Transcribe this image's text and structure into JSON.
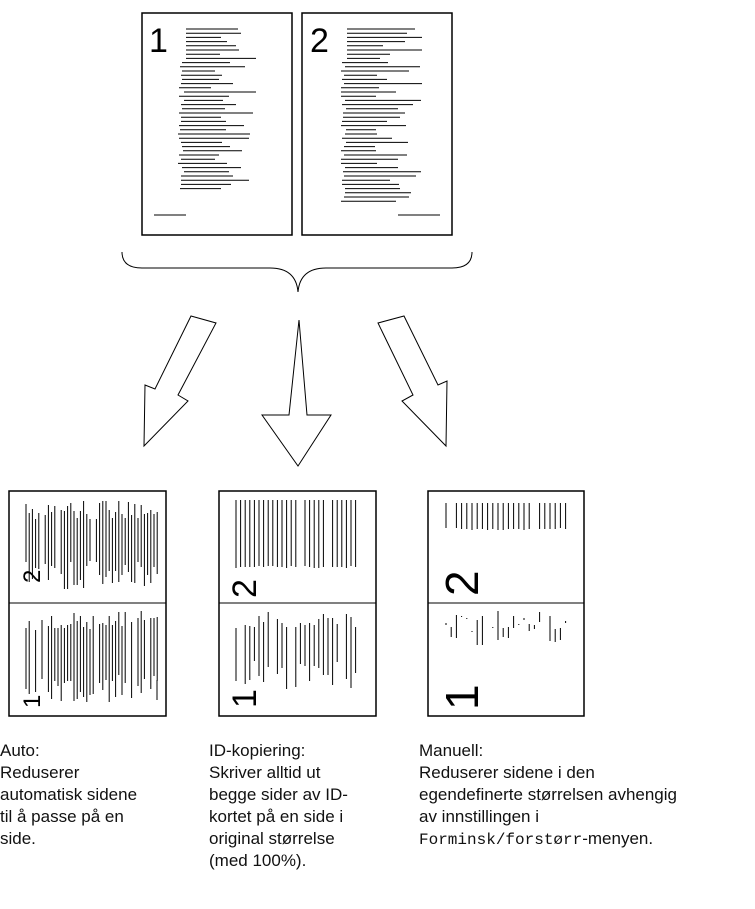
{
  "originals": {
    "page1_number": "1",
    "page2_number": "2"
  },
  "results": {
    "auto": {
      "top_number": "2",
      "bottom_number": "1"
    },
    "id_copy": {
      "top_number": "2",
      "bottom_number": "1"
    },
    "manual": {
      "top_number": "2",
      "bottom_number": "1"
    }
  },
  "captions": {
    "auto": [
      "Auto:",
      "Reduserer",
      "automatisk sidene",
      "til å passe på en",
      "side."
    ],
    "id_copy": [
      "ID-kopiering:",
      "Skriver alltid ut",
      "begge sider av ID-",
      "kortet på en side i",
      "original størrelse",
      "(med 100%)."
    ],
    "manual": {
      "lines": [
        "Manuell:",
        "Reduserer sidene i den",
        "egendefinerte størrelsen avhengig",
        "av innstillingen i"
      ],
      "menu_name": "Forminsk/forstørr",
      "menu_suffix": "-menyen."
    }
  }
}
